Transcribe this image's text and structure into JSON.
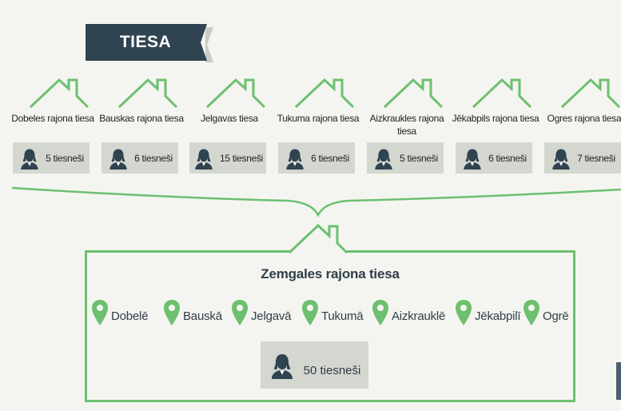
{
  "title": "TIESA",
  "colors": {
    "accent": "#6cc070",
    "banner": "#2f4350",
    "judge_box": "#d4d6d0",
    "icon": "#2f4350"
  },
  "courts": [
    {
      "name": "Dobeles rajona tiesa",
      "judges": "5 tiesneši"
    },
    {
      "name": "Bauskas rajona tiesa",
      "judges": "6 tiesneši"
    },
    {
      "name": "Jelgavas tiesa",
      "judges": "15 tiesneši"
    },
    {
      "name": "Tukuma rajona tiesa",
      "judges": "6 tiesneši"
    },
    {
      "name": "Aizkraukles rajona tiesa",
      "judges": "5 tiesneši"
    },
    {
      "name": "Jēkabpils rajona tiesa",
      "judges": "6 tiesneši"
    },
    {
      "name": "Ogres rajona tiesa",
      "judges": "7 tiesneši"
    }
  ],
  "merged": {
    "name": "Zemgales rajona tiesa",
    "locations": [
      "Dobelē",
      "Bauskā",
      "Jelgavā",
      "Tukumā",
      "Aizkrauklē",
      "Jēkabpilī",
      "Ogrē"
    ],
    "judges": "50 tiesneši"
  },
  "icons": {
    "roof": "house-roof-icon",
    "judge": "judge-icon",
    "location": "location-pin-icon"
  }
}
